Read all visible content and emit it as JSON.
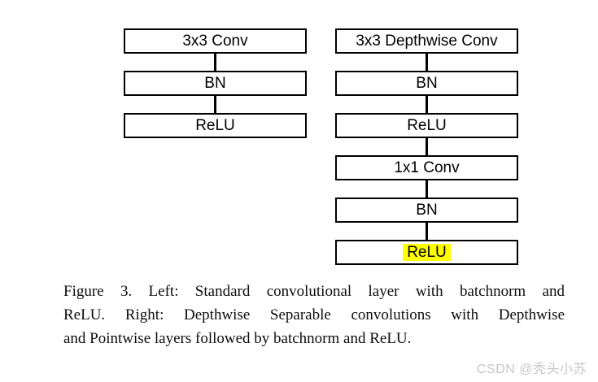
{
  "figure": {
    "left_column": {
      "name": "standard-convolution",
      "boxes": [
        {
          "label": "3x3 Conv",
          "highlight": false
        },
        {
          "label": "BN",
          "highlight": false
        },
        {
          "label": "ReLU",
          "highlight": false
        }
      ]
    },
    "right_column": {
      "name": "depthwise-separable-convolution",
      "boxes": [
        {
          "label": "3x3 Depthwise Conv",
          "highlight": false
        },
        {
          "label": "BN",
          "highlight": false
        },
        {
          "label": "ReLU",
          "highlight": false
        },
        {
          "label": "1x1 Conv",
          "highlight": false
        },
        {
          "label": "BN",
          "highlight": false
        },
        {
          "label": "ReLU",
          "highlight": true
        }
      ]
    },
    "caption": {
      "lines": [
        "Figure 3. Left: Standard convolutional layer with batchnorm and",
        "ReLU. Right: Depthwise Separable convolutions with Depthwise",
        "and Pointwise layers followed by batchnorm and ReLU."
      ]
    },
    "watermark": "CSDN @秃头小苏",
    "colors": {
      "highlight": "#ffff00",
      "box_border": "#000000",
      "box_text": "#000000",
      "caption_text": "#0d0d0d",
      "watermark_text": "#c7c7c7",
      "background": "#ffffff"
    }
  }
}
